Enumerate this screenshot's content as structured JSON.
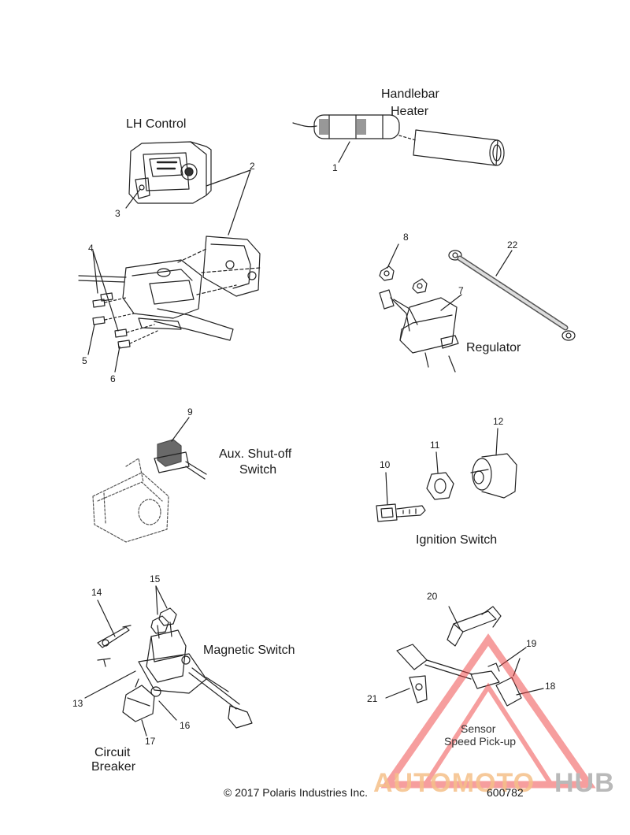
{
  "sections": {
    "lh_control": "LH Control",
    "handlebar_heater": [
      "Handlebar",
      "Heater"
    ],
    "regulator": "Regulator",
    "aux_shutoff": [
      "Aux. Shut-off",
      "Switch"
    ],
    "ignition_switch": "Ignition Switch",
    "magnetic_switch": "Magnetic Switch",
    "circuit_breaker": [
      "Circuit",
      "Breaker"
    ],
    "sensor": [
      "Sensor",
      "Speed Pick-up"
    ]
  },
  "callouts": [
    "1",
    "2",
    "3",
    "4",
    "5",
    "6",
    "7",
    "8",
    "9",
    "10",
    "11",
    "12",
    "13",
    "14",
    "15",
    "16",
    "17",
    "18",
    "19",
    "20",
    "21",
    "22"
  ],
  "footer": {
    "copyright": "© 2017 Polaris Industries Inc.",
    "diagram_id": "600782"
  },
  "watermark": {
    "part1": "AUTOMOTO",
    "part2": "HUB",
    "color1": "#f5c089",
    "color2": "#b9b9b9",
    "triangle_color": "#ee4040"
  }
}
